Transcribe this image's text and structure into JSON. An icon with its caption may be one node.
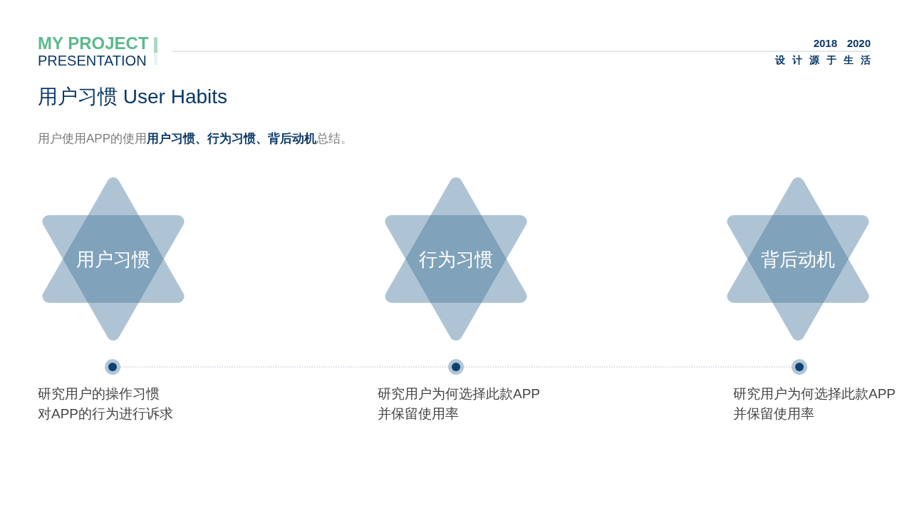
{
  "diagram": {
    "title": "用户习惯 User Habits",
    "nodes": [
      {
        "text": [
          "用户习惯"
        ]
      },
      {
        "text": [
          "行为习惯"
        ]
      },
      {
        "text": [
          "背后动机"
        ]
      },
      {
        "text": [],
        "shape": "circle",
        "beside": [
          "研究用户的操作习惯",
          "对APP的行为进行诉求"
        ]
      },
      {
        "text": [],
        "shape": "circle",
        "beside": [
          "研究用户为何选择此款APP",
          "并保留使用率"
        ]
      },
      {
        "text": [],
        "shape": "circle",
        "beside": [
          "研究用户为何选择此款APP",
          "并保留使用率"
        ]
      }
    ],
    "edges": [
      {
        "from": 3,
        "to": 4,
        "arrow": "none",
        "style": "dashed"
      },
      {
        "from": 4,
        "to": 5,
        "arrow": "none",
        "style": "dashed"
      }
    ],
    "labels": [
      "MY PROJECT",
      "PRESENTATION",
      "2018",
      "2020",
      "设计源于生活",
      "用户使用APP的使用**用户习惯、行为习惯、背后动机**总结。"
    ]
  }
}
